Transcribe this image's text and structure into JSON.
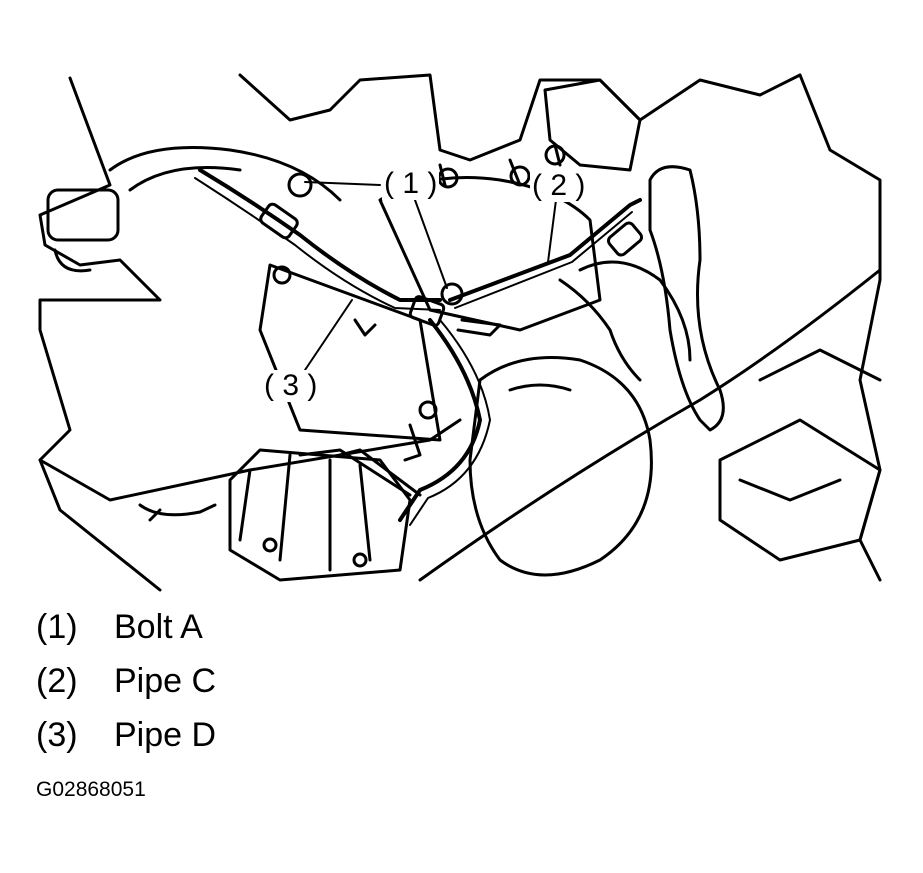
{
  "callouts": {
    "c1": "( 1 )",
    "c2": "( 2 )",
    "c3": "( 3 )"
  },
  "legend": [
    {
      "num": "(1)",
      "label": "Bolt A"
    },
    {
      "num": "(2)",
      "label": "Pipe C"
    },
    {
      "num": "(3)",
      "label": "Pipe D"
    }
  ],
  "figure_id": "G02868051"
}
